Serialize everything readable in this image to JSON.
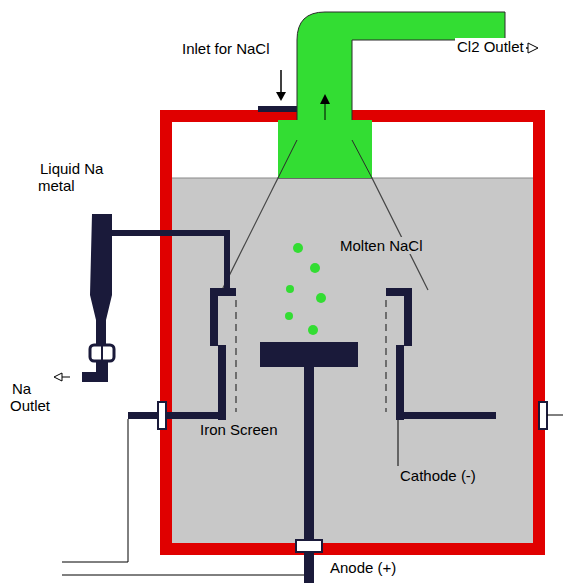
{
  "diagram": {
    "labels": [
      "Cl2 Outlet",
      "Inlet for NaCl",
      "Liquid Na metal",
      "Molten NaCl",
      "Na Outlet",
      "Iron Screen",
      "Cathode (-)",
      "Anode (+)"
    ]
  }
}
